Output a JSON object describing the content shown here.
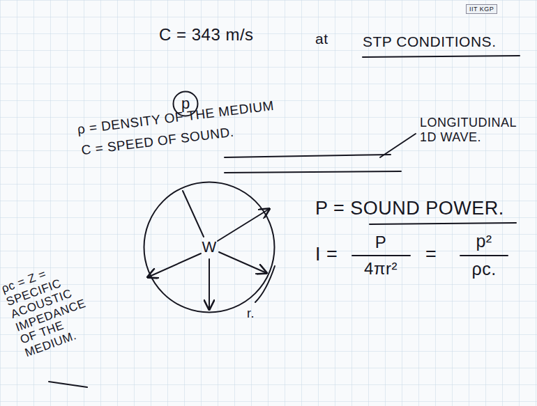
{
  "diagram": {
    "nodes": [
      {
        "text": [
          "p"
        ]
      },
      {
        "text": [
          "W"
        ]
      }
    ],
    "labels": [
      "IIT KGP",
      "C = 343 m/s",
      "at",
      "STP CONDITIONS.",
      "ρ = DENSITY OF THE MEDIUM",
      "C = SPEED OF SOUND.",
      "LONGITUDINAL 1D WAVE.",
      "ρc = Z = SPECIFIC ACOUSTIC IMPEDANCE OF THE MEDIUM.",
      "r.",
      "P = SOUND POWER.",
      "I =",
      "P",
      "4πr²",
      "=",
      "p²",
      "ρc."
    ]
  }
}
